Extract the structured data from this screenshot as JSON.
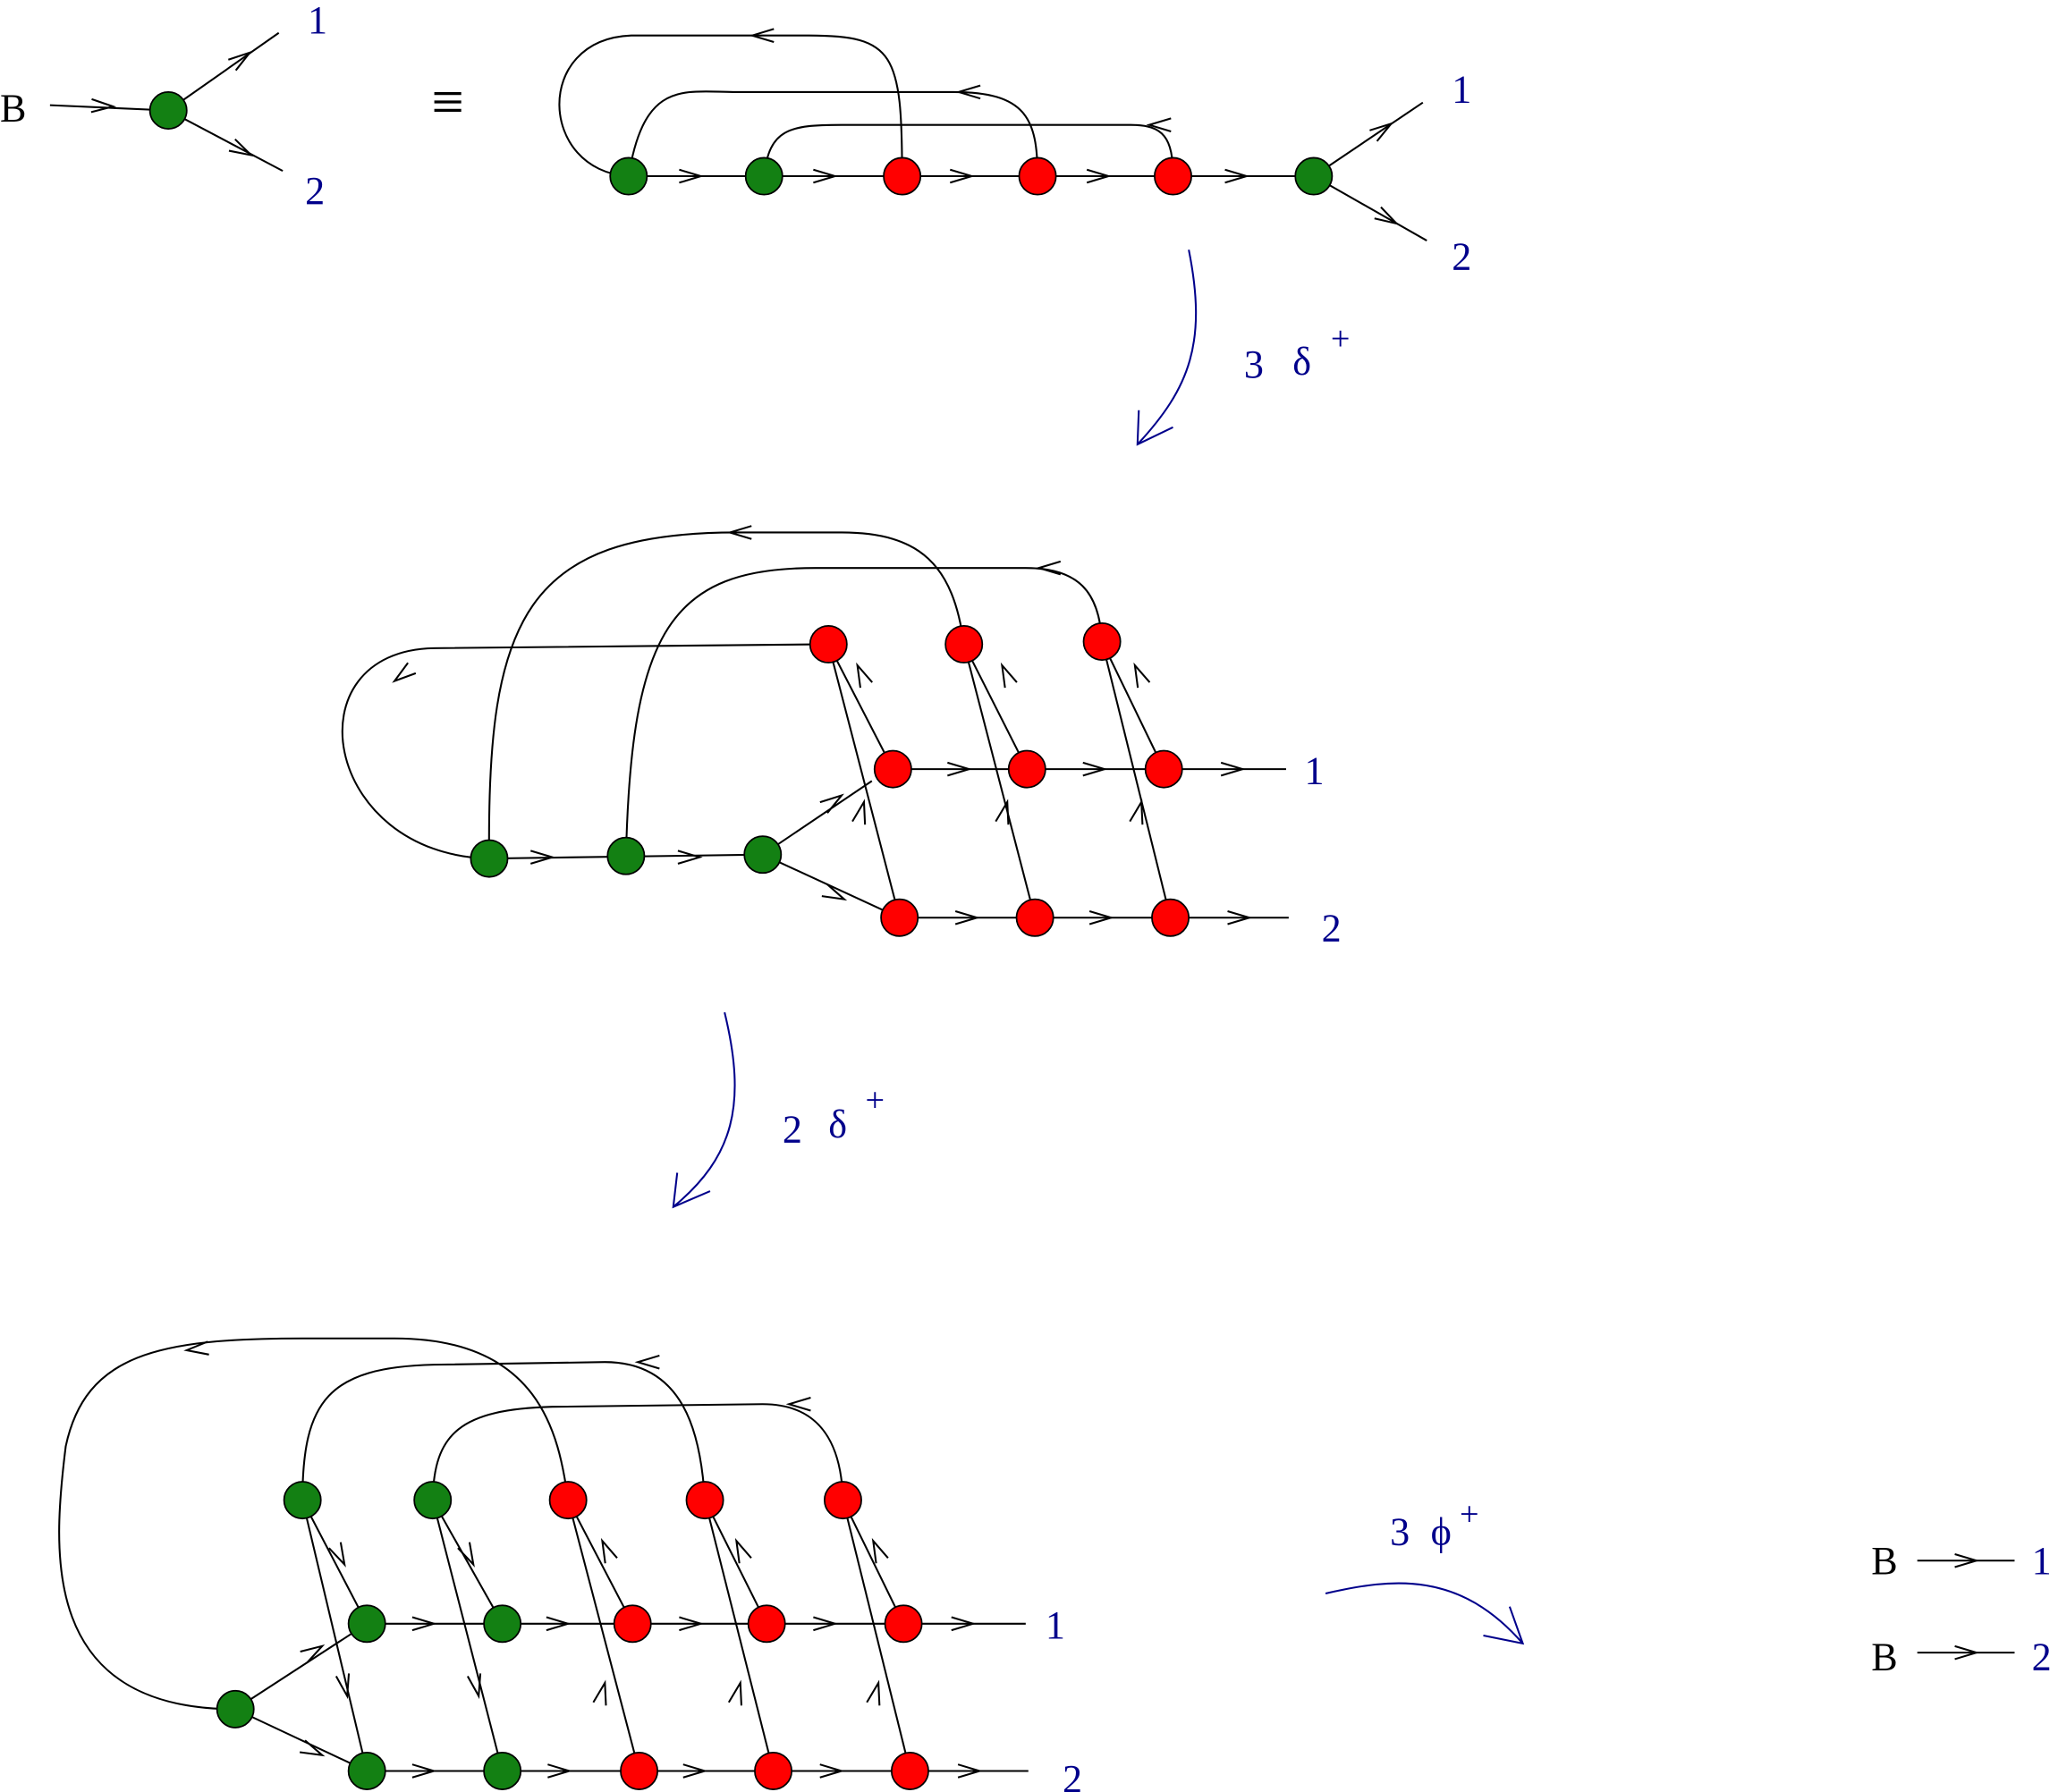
{
  "labels": {
    "b": "B",
    "out1": "1",
    "out2": "2",
    "equiv": "≡",
    "step1_coef": "3",
    "step1_op": "δ",
    "step2_coef": "2",
    "step2_op": "δ",
    "step3_coef": "3",
    "step3_op": "ϕ",
    "plus": "+"
  },
  "colors": {
    "green_node": "#138013",
    "red_node": "#ff0000",
    "label_blue": "#00008b",
    "line": "#000000"
  }
}
